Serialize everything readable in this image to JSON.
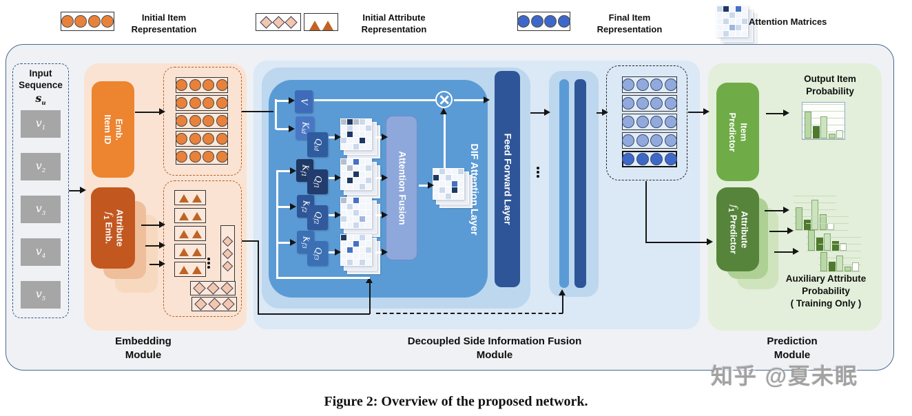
{
  "legend": {
    "items": [
      {
        "label": "Initial Item\nRepresentation",
        "icon": "orange-circle-row"
      },
      {
        "label": "Initial Attribute\nRepresentation",
        "icon": "diamonds-and-triangles"
      },
      {
        "label": "Final Item\nRepresentation",
        "icon": "blue-circle-row"
      },
      {
        "label": "Attention Matrices",
        "icon": "attention-matrix"
      }
    ]
  },
  "input_sequence": {
    "title": "Input\nSequence",
    "symbol": {
      "base": "s",
      "sub": "u"
    },
    "items": [
      {
        "base": "v",
        "sub": "1"
      },
      {
        "base": "v",
        "sub": "2"
      },
      {
        "base": "v",
        "sub": "3"
      },
      {
        "base": "v",
        "sub": "4"
      },
      {
        "base": "v",
        "sub": "5"
      }
    ]
  },
  "embedding": {
    "module_label": "Embedding\nModule",
    "item_emb": {
      "line1": "Item ID",
      "line2": "Emb."
    },
    "attr_emb": {
      "line1": "Attribute",
      "math": "f",
      "mathsub": "1",
      "rest": " Emb."
    }
  },
  "dif": {
    "module_label": "Decoupled Side Information Fusion\nModule",
    "v_label": "V",
    "kq": [
      {
        "k": "K",
        "ksf": "id",
        "ksd": "",
        "q": "Q",
        "qsf": "id",
        "qsd": ""
      },
      {
        "k": "K",
        "ksf": "f",
        "ksd": "1",
        "q": "Q",
        "qsf": "f",
        "qsd": "1"
      },
      {
        "k": "K",
        "ksf": "f",
        "ksd": "2",
        "q": "Q",
        "qsf": "f",
        "qsd": "2"
      },
      {
        "k": "K",
        "ksf": "f",
        "ksd": "3",
        "q": "Q",
        "qsf": "f",
        "qsd": "3"
      }
    ],
    "fusion_label": "Attention Fusion",
    "layer_label": "DIF Attention Layer",
    "ffl_label": "Feed Forward Layer"
  },
  "prediction": {
    "module_label": "Prediction\nModule",
    "item_predictor": {
      "line1": "Item",
      "line2": "Predictor"
    },
    "attr_predictor": {
      "line1": "Attribute",
      "math": "f",
      "mathsub": "1",
      "rest": " Predictor"
    },
    "output_title": "Output Item\nProbability",
    "aux_title": "Auxiliary Attribute\nProbability\n( Training Only )"
  },
  "caption": "Figure 2: Overview of the proposed network.",
  "watermark": "知乎 @夏未眠",
  "colors": {
    "container_bg": "#eff1f4",
    "container_border": "#49688f",
    "peach_bg": "#fae3d3",
    "orange": "#ec8430",
    "dark_orange": "#c2571f",
    "peach_shadow1": "#efbe9a",
    "peach_shadow2": "#f6d9bf",
    "item_circle": "#e8823a",
    "triangle": "#bf6426",
    "diamond": "#f2c7ac",
    "dif_outer": "#dbe8f6",
    "dif_mid": "#bdd7ee",
    "dif_inner": "#5b9bd5",
    "navy": "#2e5597",
    "dark_navy": "#1f3864",
    "blue": "#4472c4",
    "fusion": "#8fa8dc",
    "final_circle": "#92a9dc",
    "final_circle_dark": "#3e68c8",
    "green_bg": "#e3efda",
    "green": "#6fac47",
    "dark_green": "#56843b",
    "green_shadow1": "#aed094",
    "green_shadow2": "#cfe4bd"
  },
  "matrices": {
    "palette": {
      "w": "#f3f6fb",
      "l": "#ccd9ec",
      "g": "#b6bfcc",
      "s": "#9fb6dd",
      "b": "#4472c4",
      "n": "#1f3864"
    },
    "legend": [
      "l",
      "n",
      "w",
      "b",
      "w",
      "w",
      "w",
      "l",
      "w",
      "w",
      "w",
      "l",
      "w",
      "w",
      "l",
      "w",
      "w",
      "s",
      "l",
      "w",
      "w",
      "l",
      "w",
      "w",
      "w"
    ],
    "m1": [
      "g",
      "n",
      "g",
      "l",
      "w",
      "w",
      "l",
      "w",
      "w",
      "l",
      "w",
      "n",
      "w",
      "w",
      "w",
      "l",
      "w",
      "w",
      "n",
      "w",
      "w",
      "w",
      "l",
      "w",
      "w"
    ],
    "m2": [
      "g",
      "w",
      "b",
      "w",
      "w",
      "w",
      "g",
      "w",
      "w",
      "l",
      "w",
      "w",
      "n",
      "w",
      "w",
      "w",
      "n",
      "w",
      "w",
      "l",
      "w",
      "w",
      "w",
      "l",
      "w"
    ],
    "m3": [
      "g",
      "w",
      "b",
      "w",
      "w",
      "w",
      "l",
      "w",
      "w",
      "w",
      "w",
      "w",
      "l",
      "w",
      "w",
      "l",
      "w",
      "w",
      "s",
      "w",
      "w",
      "w",
      "l",
      "w",
      "w"
    ],
    "m4": [
      "n",
      "w",
      "w",
      "l",
      "w",
      "w",
      "w",
      "b",
      "w",
      "w",
      "w",
      "b",
      "w",
      "w",
      "l",
      "w",
      "w",
      "w",
      "w",
      "w",
      "w",
      "l",
      "w",
      "l",
      "w"
    ],
    "fused": [
      "w",
      "l",
      "w",
      "w",
      "l",
      "n",
      "w",
      "l",
      "w",
      "w",
      "w",
      "w",
      "w",
      "b",
      "w",
      "w",
      "l",
      "w",
      "n",
      "w",
      "w",
      "w",
      "l",
      "w",
      "w"
    ]
  },
  "gen": {
    "legend_item_circles": {
      "n": 4,
      "d": 18,
      "fill": "#e8823a",
      "gap": 1.5
    },
    "legend_final_circles": {
      "n": 4,
      "d": 18,
      "fill": "#3e68c8",
      "gap": 1.5
    },
    "legend_diamonds": {
      "n": 3,
      "d": 13,
      "fill": "#f2c7ac",
      "gap": 5
    },
    "legend_triangles": {
      "n": 2,
      "w": 17,
      "h": 14,
      "fill": "#bf6426",
      "gap": 3
    },
    "initial_item_rows": {
      "rows": 5,
      "cols": 4,
      "d": 17,
      "fills": [
        "#e8823a",
        "#e8823a",
        "#e8823a",
        "#e8823a",
        "#e8823a"
      ],
      "rh": 23,
      "gap": 3,
      "stroke": "#4a4a4a"
    },
    "final_item_rows": {
      "rows": 5,
      "cols": 4,
      "d": 18,
      "fills": [
        "#92a9dc",
        "#92a9dc",
        "#92a9dc",
        "#92a9dc",
        "#3e68c8"
      ],
      "rh": 24,
      "gap": 3,
      "stroke": "#37496e",
      "strong_last": true
    },
    "triangle_rows": {
      "rows": 5,
      "n": 2,
      "w": 15,
      "h": 12,
      "fill": "#bf6426",
      "rh": 22,
      "gap": 4
    },
    "diamond_col": {
      "n": 3,
      "d": 11,
      "fill": "#f2c7ac",
      "gap": 7
    },
    "diamond_row1": {
      "n": 3,
      "d": 13,
      "fill": "#f2c7ac",
      "gap": 7
    },
    "diamond_row2": {
      "n": 3,
      "d": 13,
      "fill": "#f2c7ac",
      "gap": 7
    },
    "output_chart": {
      "bw": 10,
      "gap": 1.5,
      "bars": [
        {
          "h": 0.82,
          "c": "#b9d8a8"
        },
        {
          "h": 0.38,
          "c": "#4e7a2e"
        },
        {
          "h": 0.68,
          "c": "#cde4c0"
        },
        {
          "h": 0.15,
          "c": "#b9d8a8"
        },
        {
          "h": 0.25,
          "c": "#f2f8ec"
        }
      ]
    },
    "aux_chart_1": {
      "bw": 10,
      "gap": 1.5,
      "bars": [
        {
          "h": 0.72,
          "c": "#b9d8a8"
        },
        {
          "h": 0.32,
          "c": "#4e7a2e"
        },
        {
          "h": 0.95,
          "c": "#cde4c0"
        },
        {
          "h": 0.5,
          "c": "#b9d8a8"
        },
        {
          "h": 0.22,
          "c": "#ffffff"
        }
      ]
    },
    "aux_chart_2": {
      "bw": 10,
      "gap": 1.5,
      "bars": [
        {
          "h": 0.65,
          "c": "#b9d8a8"
        },
        {
          "h": 0.42,
          "c": "#4e7a2e"
        },
        {
          "h": 0.55,
          "c": "#cde4c0"
        },
        {
          "h": 0.3,
          "c": "#4e7a2e"
        },
        {
          "h": 0.24,
          "c": "#ffffff"
        }
      ]
    },
    "aux_chart_3": {
      "bw": 10,
      "gap": 1.5,
      "bars": [
        {
          "h": 0.6,
          "c": "#b9d8a8"
        },
        {
          "h": 0.3,
          "c": "#4e7a2e"
        },
        {
          "h": 0.5,
          "c": "#cde4c0"
        },
        {
          "h": 0.15,
          "c": "#b9d8a8"
        },
        {
          "h": 0.28,
          "c": "#ffffff"
        }
      ]
    }
  }
}
